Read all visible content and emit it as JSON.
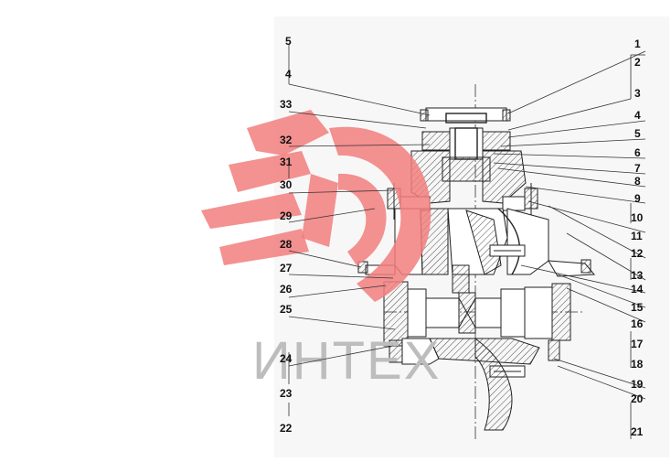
{
  "drawing": {
    "watermark_text": "ИНТЕХ",
    "left_labels": [
      "5",
      "4",
      "33",
      "32",
      "31",
      "30",
      "29",
      "28",
      "27",
      "26",
      "25",
      "24",
      "23",
      "22"
    ],
    "right_labels": [
      "1",
      "2",
      "3",
      "4",
      "5",
      "6",
      "7",
      "8",
      "9",
      "10",
      "11",
      "12",
      "13",
      "14",
      "15",
      "16",
      "17",
      "18",
      "19",
      "20",
      "21"
    ]
  },
  "colors": {
    "logo": "#f27e7e",
    "watermark": "#bdbdbd",
    "line": "#222222"
  }
}
